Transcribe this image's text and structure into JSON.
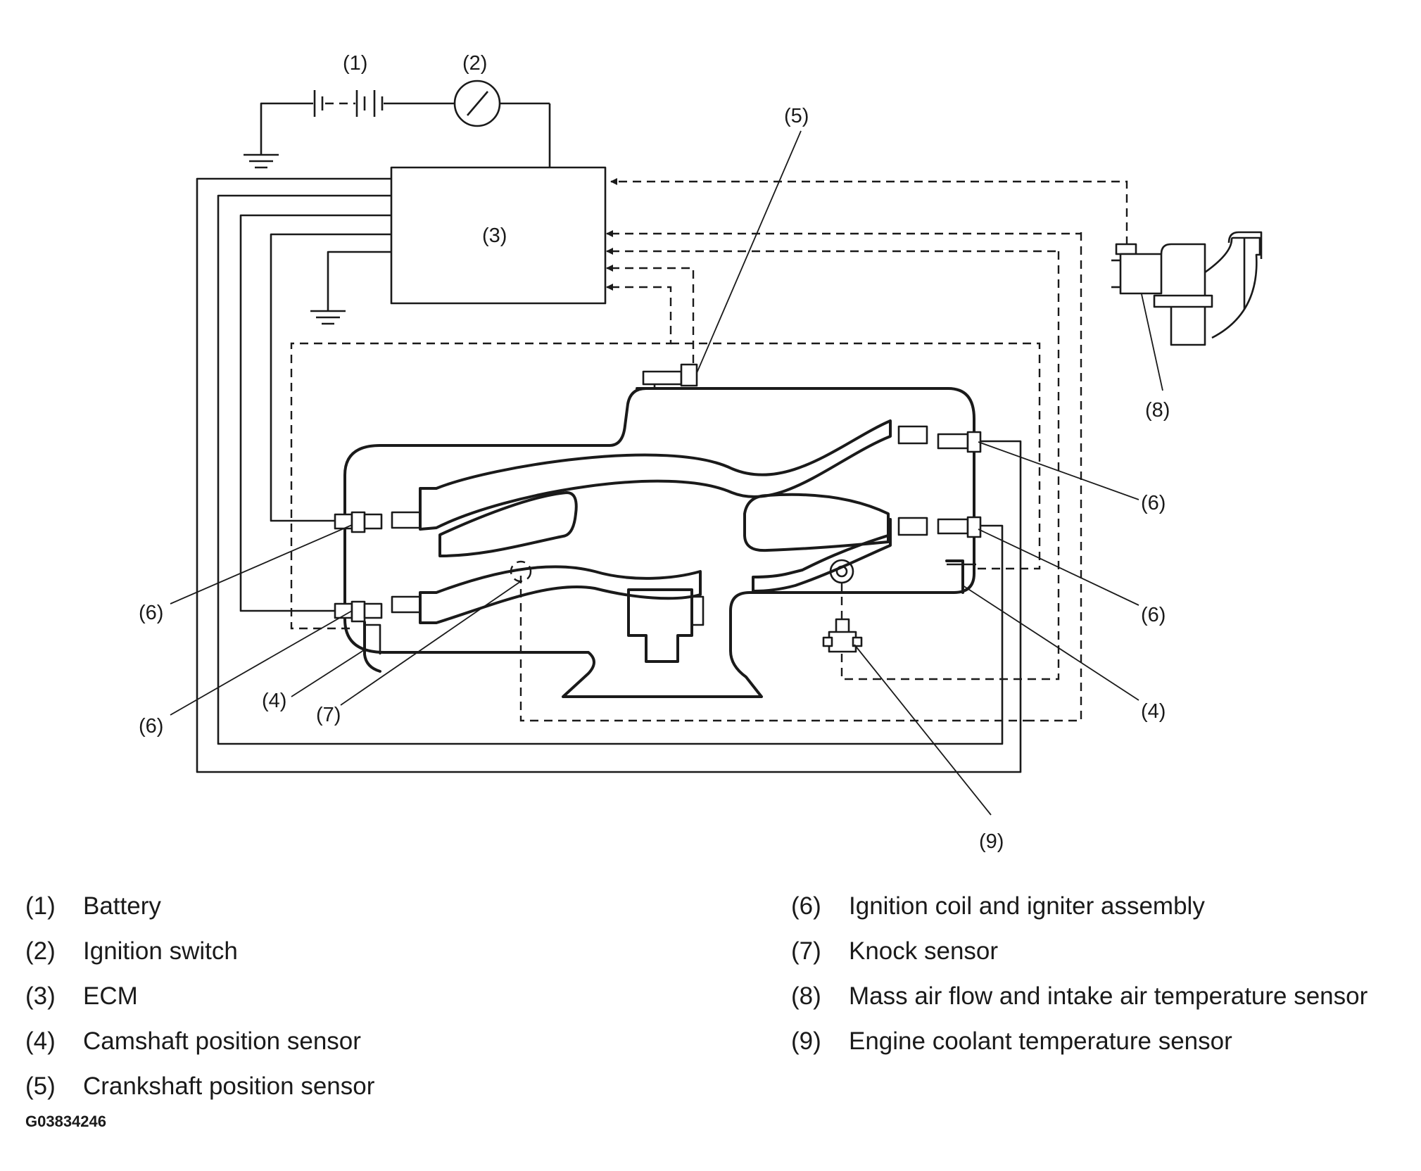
{
  "callouts": {
    "c1": "(1)",
    "c2": "(2)",
    "c3": "(3)",
    "c4": "(4)",
    "c5": "(5)",
    "c6": "(6)",
    "c7": "(7)",
    "c8": "(8)",
    "c9": "(9)"
  },
  "legend": [
    {
      "num": "(1)",
      "text": "Battery"
    },
    {
      "num": "(2)",
      "text": "Ignition switch"
    },
    {
      "num": "(3)",
      "text": "ECM"
    },
    {
      "num": "(4)",
      "text": "Camshaft position sensor"
    },
    {
      "num": "(5)",
      "text": "Crankshaft position sensor"
    },
    {
      "num": "(6)",
      "text": "Ignition coil and igniter assembly"
    },
    {
      "num": "(7)",
      "text": "Knock sensor"
    },
    {
      "num": "(8)",
      "text": "Mass air flow and intake air temperature sensor"
    },
    {
      "num": "(9)",
      "text": "Engine coolant temperature sensor"
    }
  ],
  "figure_code": "G03834246"
}
